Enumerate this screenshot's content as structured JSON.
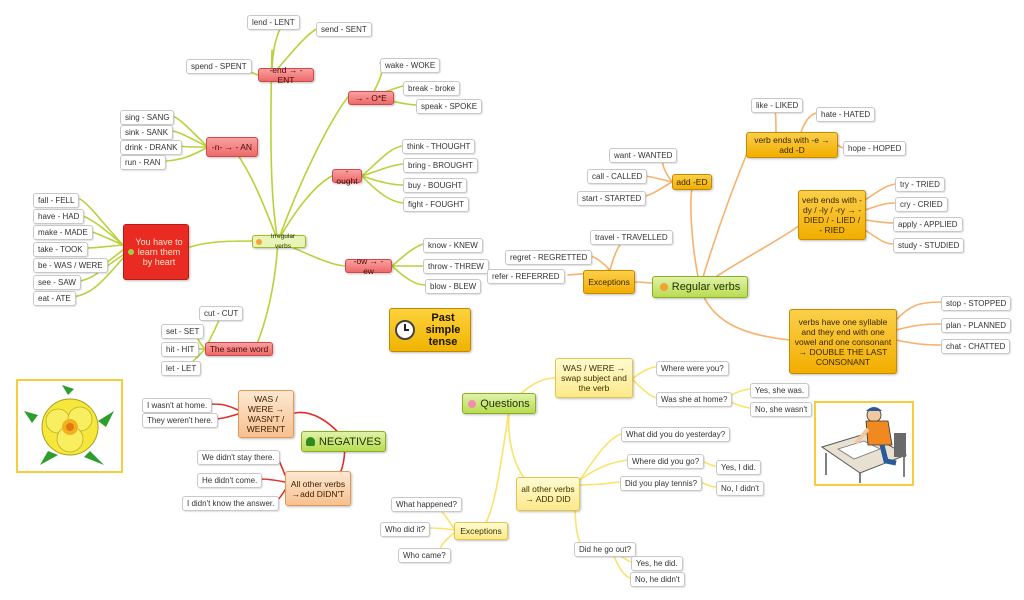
{
  "center": {
    "label": "Past simple tense",
    "icon": "clock-icon"
  },
  "irregular": {
    "root": "Irregular verbs",
    "heart": "You have to learn them by heart",
    "heart_verbs": [
      "fall - FELL",
      "have - HAD",
      "make - MADE",
      "take - TOOK",
      "be - WAS / WERE",
      "see - SAW",
      "eat - ATE"
    ],
    "end": {
      "label": "-end → -ENT",
      "verbs": [
        "lend - LENT",
        "send - SENT",
        "spend - SPENT"
      ]
    },
    "oe": {
      "label": "→ - O*E",
      "verbs": [
        "wake - WOKE",
        "break - broke",
        "speak - SPOKE"
      ]
    },
    "n": {
      "label": "-n- → - AN",
      "verbs": [
        "sing - SANG",
        "sink - SANK",
        "drink - DRANK",
        "run - RAN"
      ]
    },
    "ought": {
      "label": "-ought",
      "verbs": [
        "think - THOUGHT",
        "bring - BROUGHT",
        "buy - BOUGHT",
        "fight - FOUGHT"
      ]
    },
    "ow": {
      "label": "-ow → -ew",
      "verbs": [
        "know - KNEW",
        "throw - THREW",
        "blow - BLEW"
      ]
    },
    "same": {
      "label": "The same word",
      "verbs": [
        "cut - CUT",
        "set - SET",
        "hit - HIT",
        "let - LET"
      ]
    }
  },
  "regular": {
    "root": "Regular verbs",
    "add_ed": {
      "label": "add -ED",
      "verbs": [
        "want - WANTED",
        "call - CALLED",
        "start - STARTED"
      ]
    },
    "ends_e": {
      "label": "verb ends with -e → add -D",
      "verbs": [
        "like - LIKED",
        "hate - HATED",
        "hope - HOPED"
      ]
    },
    "ends_y": {
      "label": "verb ends with -dy / -ly / -ry → -DIED / - LIED / - RIED",
      "verbs": [
        "try - TRIED",
        "cry - CRIED",
        "apply - APPLIED",
        "study - STUDIED"
      ]
    },
    "exceptions": {
      "label": "Exceptions",
      "verbs": [
        "travel - TRAVELLED",
        "regret - REGRETTED",
        "refer - REFERRED"
      ]
    },
    "double": {
      "label": "verbs have one syllable and they end with one vowel and one consonant → DOUBLE THE LAST CONSONANT",
      "verbs": [
        "stop - STOPPED",
        "plan - PLANNED",
        "chat - CHATTED"
      ]
    }
  },
  "questions": {
    "root": "Questions",
    "swap": {
      "label": "WAS / WERE → swap subject and the verb",
      "items": [
        "Where were you?",
        "Was she at home?"
      ],
      "answers": [
        "Yes, she was.",
        "No, she wasn't"
      ]
    },
    "did": {
      "label": "all other verbs → ADD DID",
      "items": [
        "What did you do yesterday?",
        "Where did you go?",
        "Did you play tennis?",
        "Did he go out?"
      ],
      "answers_go": [
        "Yes, I did."
      ],
      "answers_tennis": [
        "No, I didn't"
      ],
      "answers_out": [
        "Yes, he did.",
        "No, he didn't"
      ]
    },
    "exceptions": {
      "label": "Exceptions",
      "items": [
        "What happened?",
        "Who did it?",
        "Who came?"
      ]
    }
  },
  "negatives": {
    "root": "NEGATIVES",
    "was": {
      "label": "WAS / WERE → WASN'T / WEREN'T",
      "items": [
        "I wasn't at home.",
        "They weren't here."
      ]
    },
    "didnt": {
      "label": "All other verbs →add DIDN'T",
      "items": [
        "We didn't stay there.",
        "He didn't come.",
        "I didn't know the answer."
      ]
    }
  },
  "colors": {
    "irregular": "#b8d23a",
    "regular": "#f6b26b",
    "questions": "#fbe36b",
    "negatives": "#e0302a"
  }
}
